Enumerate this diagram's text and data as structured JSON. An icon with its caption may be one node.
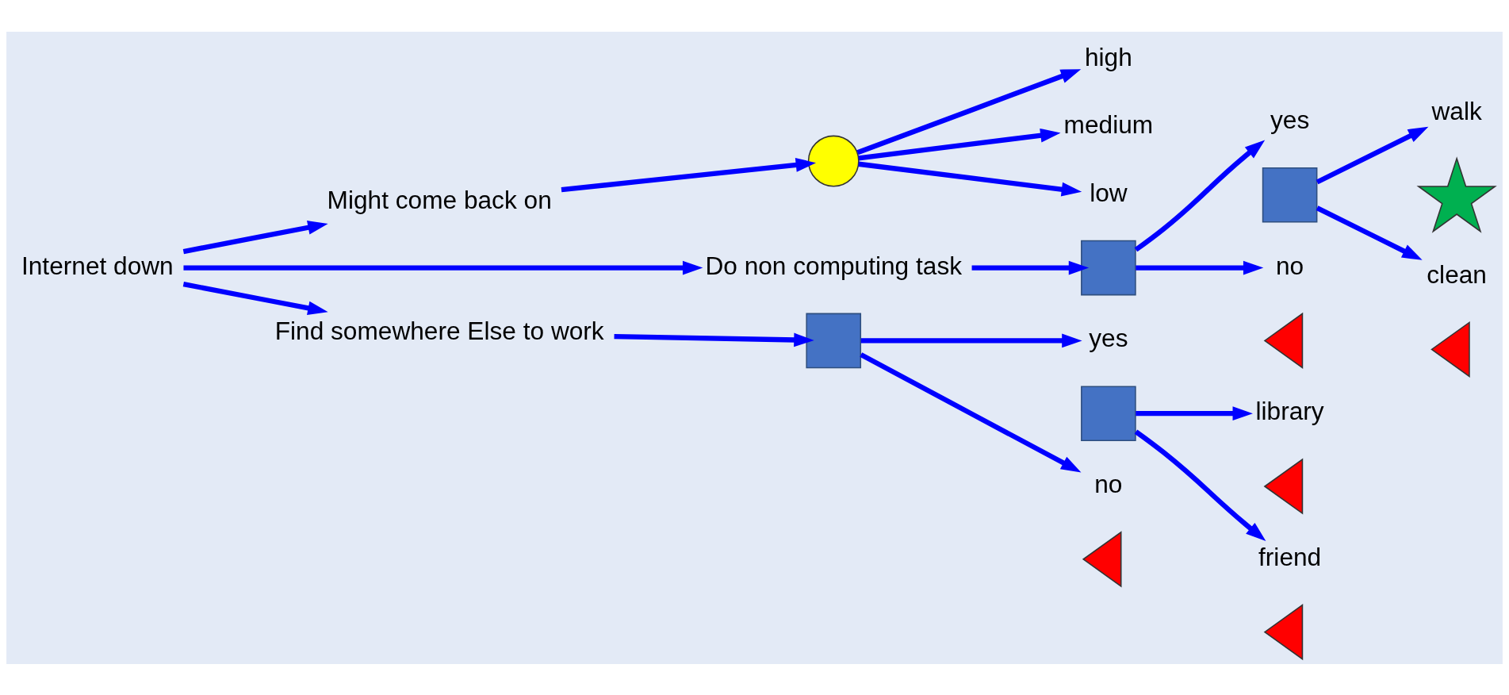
{
  "diagram": {
    "nodes": [
      {
        "text": [
          "Internet down"
        ]
      },
      {
        "text": [
          "Might come back on"
        ]
      },
      {
        "text": [
          "Do non computing task"
        ]
      },
      {
        "text": [
          "Find somewhere Else to work"
        ]
      },
      {
        "text": [],
        "shape": "circle"
      },
      {
        "text": [
          "high"
        ]
      },
      {
        "text": [
          "medium"
        ]
      },
      {
        "text": [
          "low"
        ]
      },
      {
        "text": [],
        "shape": "box"
      },
      {
        "text": [
          "yes"
        ]
      },
      {
        "text": [],
        "shape": "box"
      },
      {
        "text": [
          "walk"
        ]
      },
      {
        "text": [],
        "shape": "star"
      },
      {
        "text": [
          "clean"
        ]
      },
      {
        "text": [],
        "shape": "triangle"
      },
      {
        "text": [
          "no"
        ]
      },
      {
        "text": [],
        "shape": "triangle"
      },
      {
        "text": [],
        "shape": "box"
      },
      {
        "text": [
          "yes"
        ]
      },
      {
        "text": [],
        "shape": "box"
      },
      {
        "text": [
          "library"
        ]
      },
      {
        "text": [],
        "shape": "triangle"
      },
      {
        "text": [
          "friend"
        ]
      },
      {
        "text": [],
        "shape": "triangle"
      },
      {
        "text": [
          "no"
        ]
      },
      {
        "text": [],
        "shape": "triangle"
      }
    ],
    "edges": [
      {
        "from": 0,
        "to": 1,
        "arrow": "to"
      },
      {
        "from": 0,
        "to": 2,
        "arrow": "to"
      },
      {
        "from": 0,
        "to": 3,
        "arrow": "to"
      },
      {
        "from": 1,
        "to": 4,
        "arrow": "to"
      },
      {
        "from": 4,
        "to": 5,
        "arrow": "to"
      },
      {
        "from": 4,
        "to": 6,
        "arrow": "to"
      },
      {
        "from": 4,
        "to": 7,
        "arrow": "to"
      },
      {
        "from": 2,
        "to": 8,
        "arrow": "to"
      },
      {
        "from": 8,
        "to": 9,
        "arrow": "to"
      },
      {
        "from": 8,
        "to": 15,
        "arrow": "to"
      },
      {
        "from": 10,
        "to": 11,
        "arrow": "to"
      },
      {
        "from": 10,
        "to": 13,
        "arrow": "to"
      },
      {
        "from": 3,
        "to": 17,
        "arrow": "to"
      },
      {
        "from": 17,
        "to": 18,
        "arrow": "to"
      },
      {
        "from": 17,
        "to": 24,
        "arrow": "to"
      },
      {
        "from": 19,
        "to": 20,
        "arrow": "to"
      },
      {
        "from": 19,
        "to": 22,
        "arrow": "to"
      }
    ]
  }
}
